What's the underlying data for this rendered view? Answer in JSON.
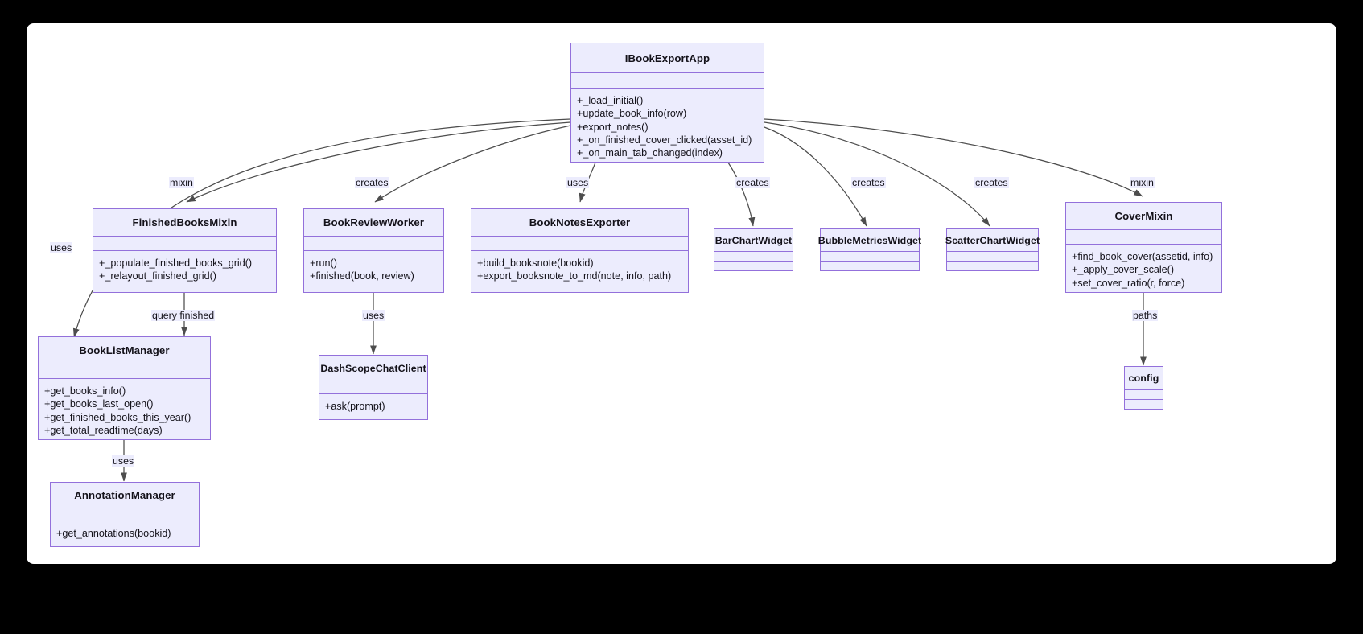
{
  "diagram": {
    "type": "uml-class-diagram",
    "background": "#000000",
    "board_color": "#ffffff",
    "class_fill": "#ececfd",
    "class_border": "#9370db",
    "edge_color": "#4d4d4d"
  },
  "classes": [
    {
      "id": "IBookExportApp",
      "name": "IBookExportApp",
      "attributes": [],
      "operations": [
        "+_load_initial()",
        "+update_book_info(row)",
        "+export_notes()",
        "+_on_finished_cover_clicked(asset_id)",
        "+_on_main_tab_changed(index)"
      ]
    },
    {
      "id": "FinishedBooksMixin",
      "name": "FinishedBooksMixin",
      "attributes": [],
      "operations": [
        "+_populate_finished_books_grid()",
        "+_relayout_finished_grid()"
      ]
    },
    {
      "id": "BookReviewWorker",
      "name": "BookReviewWorker",
      "attributes": [],
      "operations": [
        "+run()",
        "+finished(book, review)"
      ]
    },
    {
      "id": "BookNotesExporter",
      "name": "BookNotesExporter",
      "attributes": [],
      "operations": [
        "+build_booksnote(bookid)",
        "+export_booksnote_to_md(note, info, path)"
      ]
    },
    {
      "id": "BarChartWidget",
      "name": "BarChartWidget",
      "attributes": [],
      "operations": []
    },
    {
      "id": "BubbleMetricsWidget",
      "name": "BubbleMetricsWidget",
      "attributes": [],
      "operations": []
    },
    {
      "id": "ScatterChartWidget",
      "name": "ScatterChartWidget",
      "attributes": [],
      "operations": []
    },
    {
      "id": "CoverMixin",
      "name": "CoverMixin",
      "attributes": [],
      "operations": [
        "+find_book_cover(assetid, info)",
        "+_apply_cover_scale()",
        "+set_cover_ratio(r, force)"
      ]
    },
    {
      "id": "BookListManager",
      "name": "BookListManager",
      "attributes": [],
      "operations": [
        "+get_books_info()",
        "+get_books_last_open()",
        "+get_finished_books_this_year()",
        "+get_total_readtime(days)"
      ]
    },
    {
      "id": "DashScopeChatClient",
      "name": "DashScopeChatClient",
      "attributes": [],
      "operations": [
        "+ask(prompt)"
      ]
    },
    {
      "id": "config",
      "name": "config",
      "attributes": [],
      "operations": []
    },
    {
      "id": "AnnotationManager",
      "name": "AnnotationManager",
      "attributes": [],
      "operations": [
        "+get_annotations(bookid)"
      ]
    }
  ],
  "edges": [
    {
      "from": "IBookExportApp",
      "to": "FinishedBooksMixin",
      "label": "mixin"
    },
    {
      "from": "IBookExportApp",
      "to": "BookListManager",
      "label": "uses"
    },
    {
      "from": "IBookExportApp",
      "to": "BookReviewWorker",
      "label": "creates"
    },
    {
      "from": "IBookExportApp",
      "to": "BookNotesExporter",
      "label": "uses"
    },
    {
      "from": "IBookExportApp",
      "to": "BarChartWidget",
      "label": "creates"
    },
    {
      "from": "IBookExportApp",
      "to": "BubbleMetricsWidget",
      "label": "creates"
    },
    {
      "from": "IBookExportApp",
      "to": "ScatterChartWidget",
      "label": "creates"
    },
    {
      "from": "IBookExportApp",
      "to": "CoverMixin",
      "label": "mixin"
    },
    {
      "from": "FinishedBooksMixin",
      "to": "BookListManager",
      "label": "query finished"
    },
    {
      "from": "BookReviewWorker",
      "to": "DashScopeChatClient",
      "label": "uses"
    },
    {
      "from": "BookListManager",
      "to": "AnnotationManager",
      "label": "uses"
    },
    {
      "from": "CoverMixin",
      "to": "config",
      "label": "paths"
    }
  ],
  "edge_labels": {
    "mixin_left": "mixin",
    "uses_left": "uses",
    "creates_worker": "creates",
    "uses_notes": "uses",
    "creates_bar": "creates",
    "creates_bubble": "creates",
    "creates_scatter": "creates",
    "mixin_right": "mixin",
    "query_finished": "query finished",
    "uses_dash": "uses",
    "uses_annotation": "uses",
    "paths_config": "paths"
  }
}
